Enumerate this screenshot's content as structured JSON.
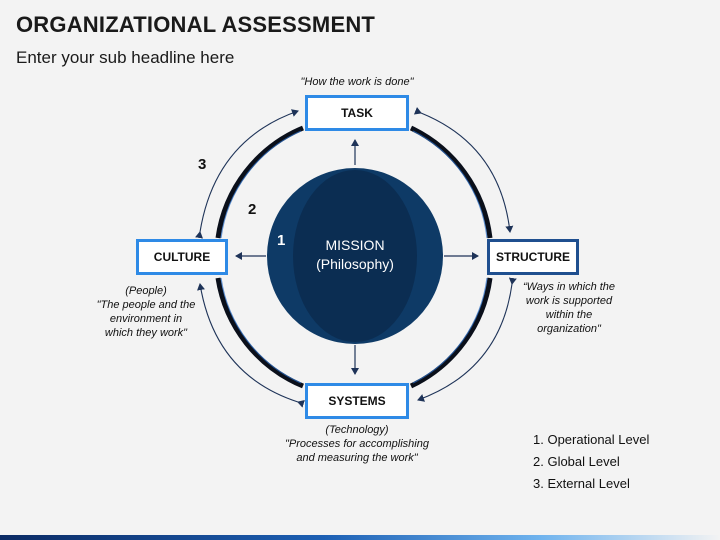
{
  "title": "ORGANIZATIONAL ASSESSMENT",
  "subtitle": "Enter your sub headline here",
  "center": {
    "line1": "MISSION",
    "line2": "(Philosophy)",
    "fill_outer": "#0e3a66",
    "fill_inner": "#0b2d52"
  },
  "nodes": {
    "task": {
      "label": "TASK",
      "note": "\"How the work is done\""
    },
    "culture": {
      "label": "CULTURE",
      "note": "(People)\n\"The people and the\nenvironment in\nwhich they work\""
    },
    "structure": {
      "label": "STRUCTURE",
      "note": "“Ways in which the\nwork is supported\nwithin the\norganization\""
    },
    "systems": {
      "label": "SYSTEMS",
      "note": "(Technology)\n\"Processes for accomplishing\nand measuring the work\""
    }
  },
  "numbers": {
    "one": "1",
    "two": "2",
    "three": "3"
  },
  "levels": [
    "1. Operational Level",
    "2. Global Level",
    "3. External Level"
  ],
  "colors": {
    "accent_light": "#2e8ae6",
    "accent_dark": "#1f4f8f",
    "ring": "#0a0f1a",
    "arrow": "#1e3358",
    "footer_dark": "#0b2a63",
    "footer_light": "#6fb3ee"
  }
}
